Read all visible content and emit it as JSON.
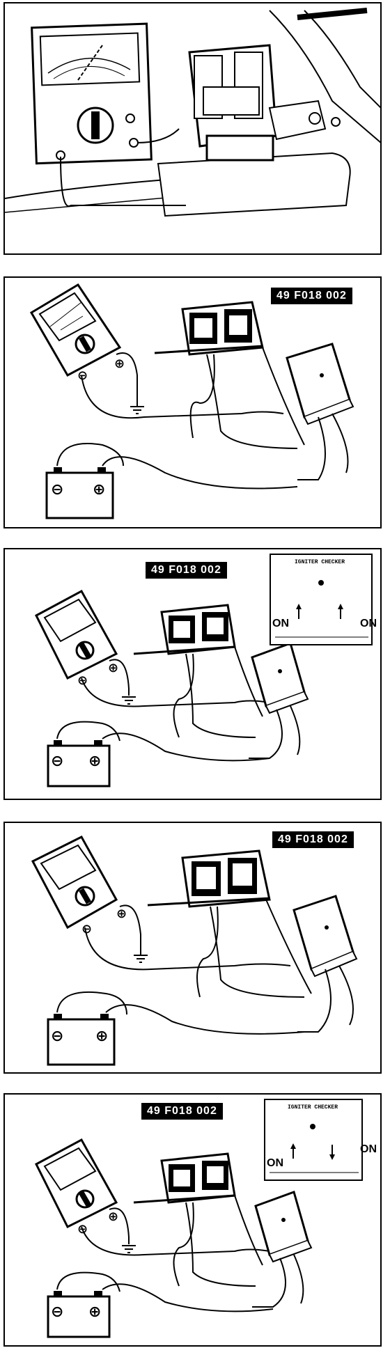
{
  "panels": [
    {
      "id": "panel-1"
    },
    {
      "id": "panel-2",
      "tool_label": "49 F018 002"
    },
    {
      "id": "panel-3",
      "tool_label": "49 F018 002",
      "inset": {
        "title": "IGNITER CHECKER",
        "left_on": "ON",
        "right_on": "ON"
      }
    },
    {
      "id": "panel-4",
      "tool_label": "49 F018 002"
    },
    {
      "id": "panel-5",
      "tool_label": "49 F018 002",
      "inset": {
        "title": "IGNITER CHECKER",
        "left_on": "ON",
        "right_on": "ON"
      }
    }
  ],
  "symbols": {
    "minus": "⊖",
    "plus": "⊕"
  },
  "colors": {
    "ink": "#000000",
    "paper": "#ffffff"
  }
}
